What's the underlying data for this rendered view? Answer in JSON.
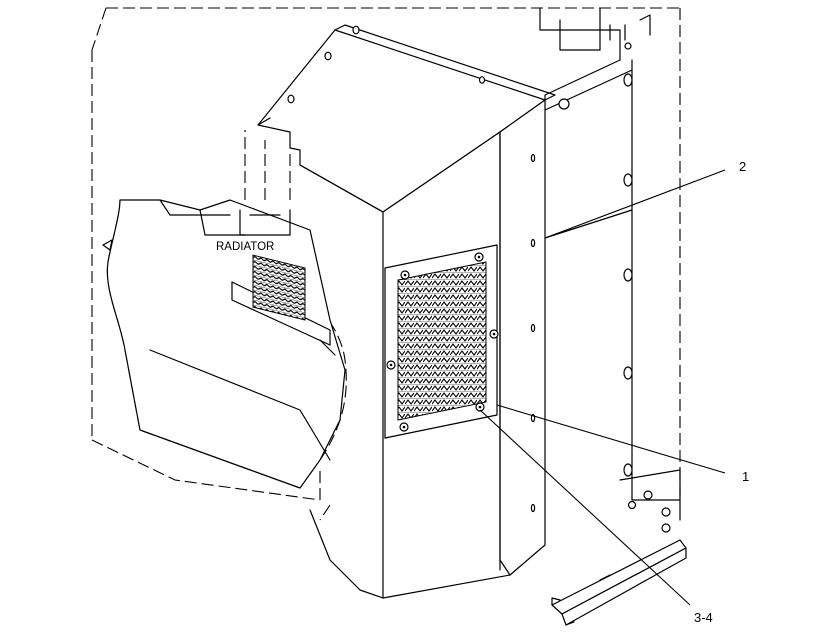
{
  "labels": {
    "radiator": "RADIATOR",
    "callout_2": "2",
    "callout_1": "1",
    "callout_3_4": "3-4"
  }
}
